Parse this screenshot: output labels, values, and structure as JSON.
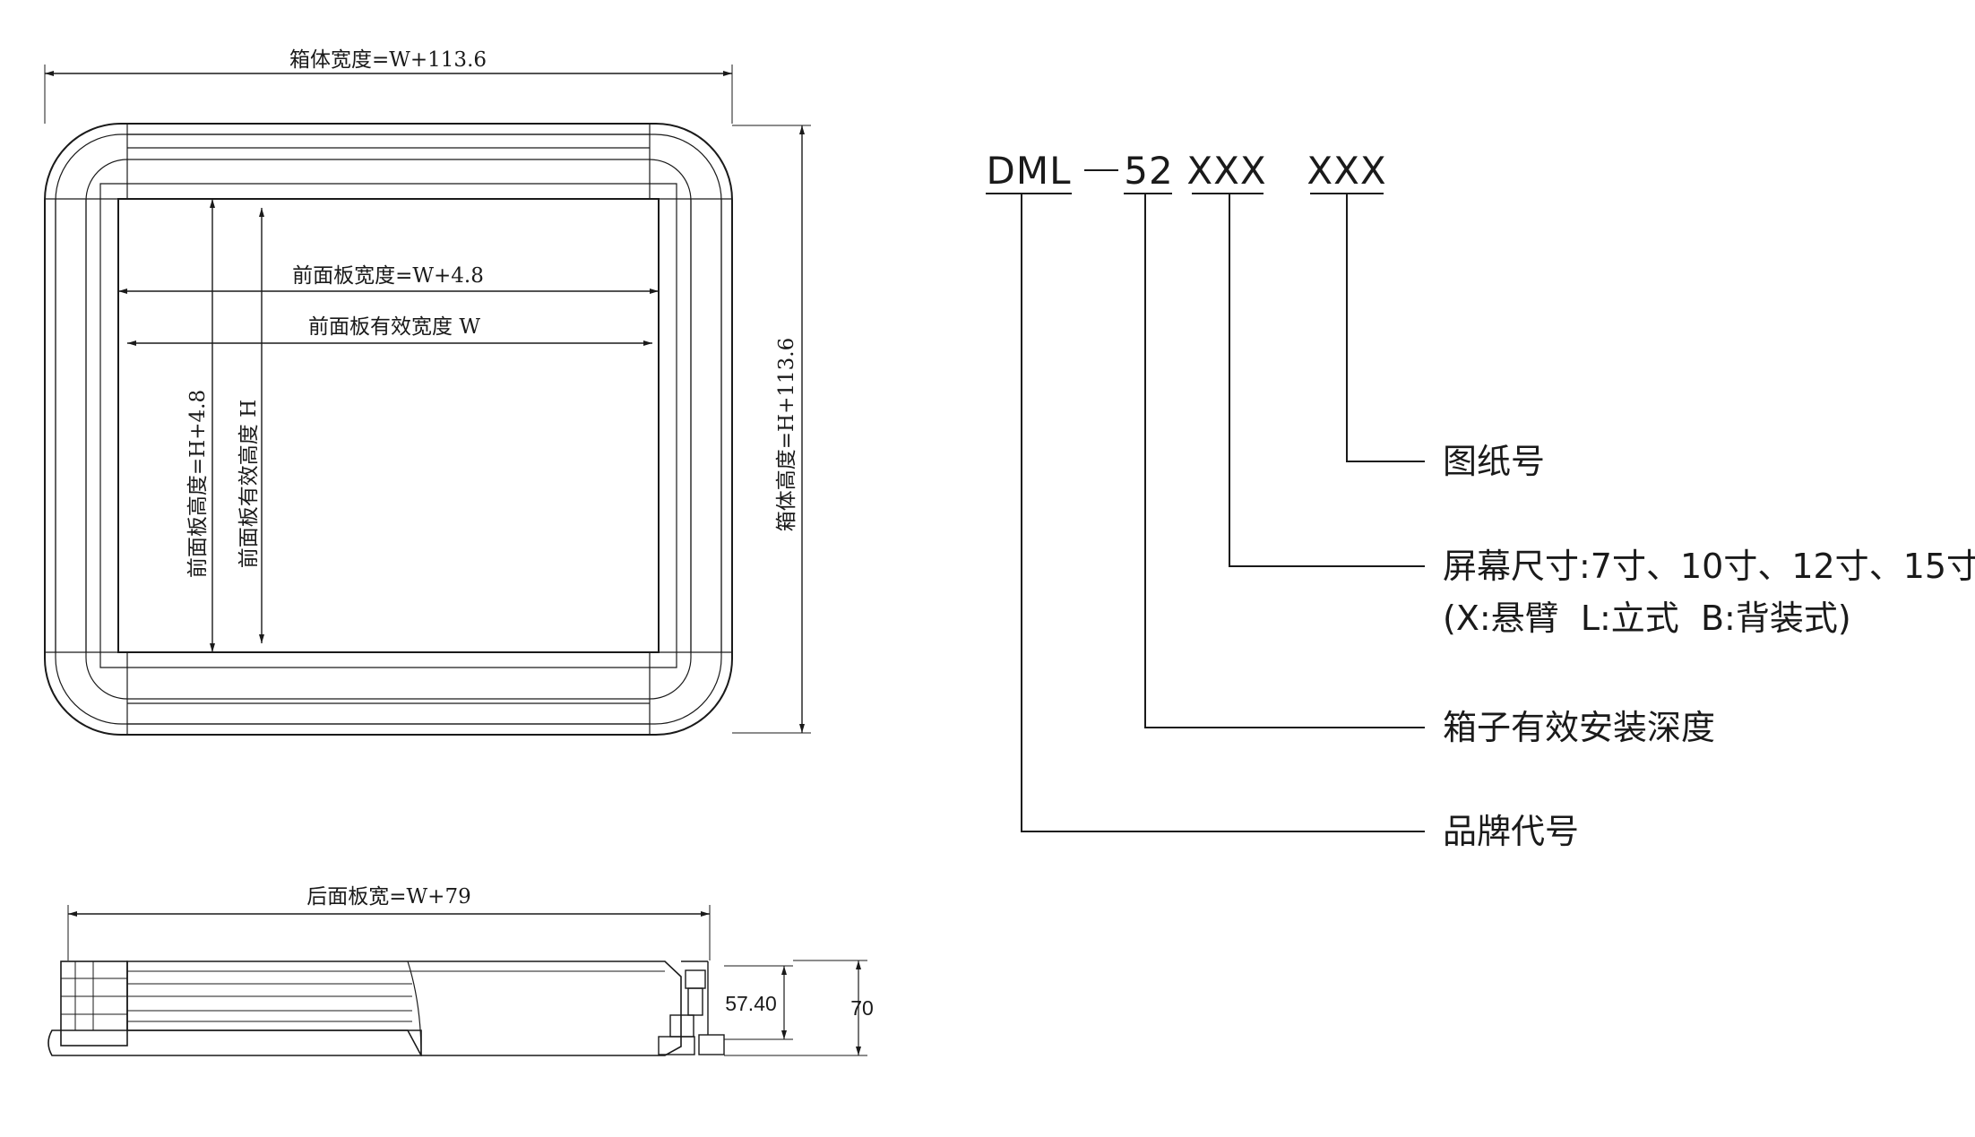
{
  "front_view": {
    "box_width_label": "箱体宽度=W+113.6",
    "box_height_label": "箱体高度=H+113.6",
    "front_panel_width_label": "前面板宽度=W+4.8",
    "front_panel_effective_width_label": "前面板有效宽度 W",
    "front_panel_height_label": "前面板高度=H+4.8",
    "front_panel_effective_height_label": "前面板有效高度 H"
  },
  "side_view": {
    "rear_panel_width_label": "后面板宽=W+79",
    "depth_inner_label": "57.40",
    "depth_total_label": "70"
  },
  "model_code": {
    "brand": "DML",
    "depth": "52",
    "size_mount": "XXX",
    "drawing_no": "XXX"
  },
  "legend": {
    "drawing_number": "图纸号",
    "screen_size_line1": "屏幕尺寸:7寸、10寸、12寸、15寸",
    "screen_size_line2": "(X:悬臂  L:立式  B:背装式)",
    "box_depth": "箱子有效安装深度",
    "brand_code": "品牌代号"
  },
  "colors": {
    "line": "#1a1a1a",
    "text": "#1a1a1a",
    "background": "#ffffff"
  }
}
